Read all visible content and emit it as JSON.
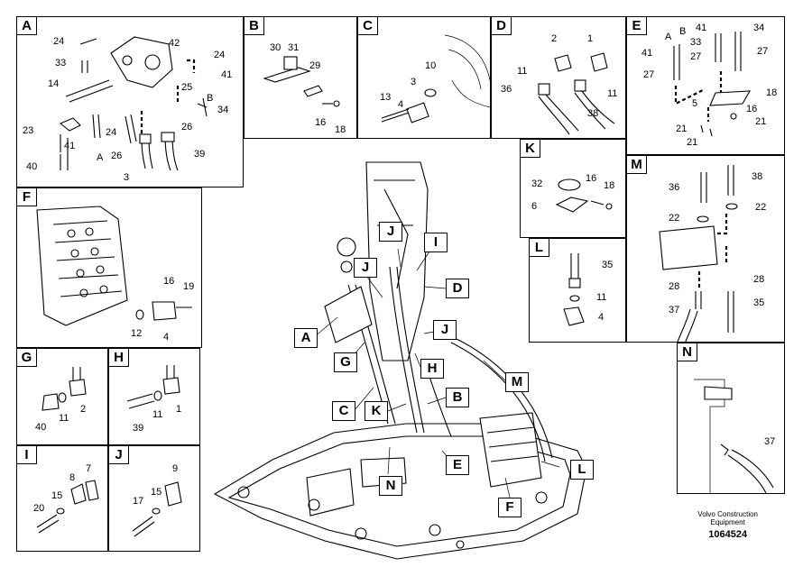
{
  "panels": {
    "A": {
      "label": "A",
      "numbers": [
        "24",
        "42",
        "33",
        "24",
        "41",
        "14",
        "25",
        "B",
        "A",
        "34",
        "23",
        "24",
        "26",
        "41",
        "40",
        "26",
        "39",
        "3"
      ]
    },
    "B": {
      "label": "B",
      "numbers": [
        "30",
        "31",
        "29",
        "16",
        "18"
      ]
    },
    "C": {
      "label": "C",
      "numbers": [
        "10",
        "3",
        "13",
        "4"
      ]
    },
    "D": {
      "label": "D",
      "numbers": [
        "2",
        "1",
        "11",
        "11",
        "36",
        "38"
      ]
    },
    "E": {
      "label": "E",
      "numbers": [
        "A",
        "B",
        "41",
        "34",
        "33",
        "41",
        "27",
        "27",
        "27",
        "5",
        "18",
        "16",
        "21",
        "21",
        "21"
      ]
    },
    "F": {
      "label": "F",
      "numbers": [
        "16",
        "19",
        "12",
        "4"
      ]
    },
    "K": {
      "label": "K",
      "numbers": [
        "32",
        "16",
        "18",
        "6"
      ]
    },
    "L": {
      "label": "L",
      "numbers": [
        "35",
        "11",
        "4"
      ]
    },
    "M": {
      "label": "M",
      "numbers": [
        "36",
        "38",
        "22",
        "22",
        "28",
        "28",
        "37",
        "35"
      ]
    },
    "G": {
      "label": "G",
      "numbers": [
        "40",
        "11",
        "2"
      ]
    },
    "H": {
      "label": "H",
      "numbers": [
        "39",
        "11",
        "1"
      ]
    },
    "N": {
      "label": "N",
      "numbers": [
        "37"
      ]
    },
    "I": {
      "label": "I",
      "numbers": [
        "8",
        "7",
        "15",
        "20"
      ]
    },
    "J": {
      "label": "J",
      "numbers": [
        "9",
        "15",
        "17"
      ]
    }
  },
  "callouts": [
    "J",
    "I",
    "J",
    "D",
    "A",
    "J",
    "G",
    "H",
    "B",
    "M",
    "C",
    "K",
    "E",
    "L",
    "N",
    "F"
  ],
  "footer": {
    "brand_line1": "Volvo Construction",
    "brand_line2": "Equipment",
    "doc_number": "1064524"
  }
}
